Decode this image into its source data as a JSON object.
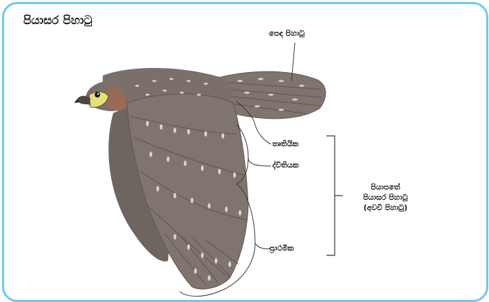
{
  "title": "පියාසර පිහාටු",
  "labels": {
    "tail": "පෙඳ පිහාටු",
    "tertiary": "තෘතියික",
    "secondary": "ද්විතියක",
    "primary": "ප්‍රාථමික",
    "flight_group": [
      "පියාපතේ",
      "පියාසර පිහාටු",
      "(අවචි පිහාටු)"
    ]
  },
  "colors": {
    "frame": "#6cc8ee",
    "body": "#6e6460",
    "body_dark": "#5a504c",
    "feather": "#7f7470",
    "feather_edge": "#5e5450",
    "spots": "#d9d4ce",
    "beak": "#e8e07a",
    "nape": "#9b6a55"
  }
}
